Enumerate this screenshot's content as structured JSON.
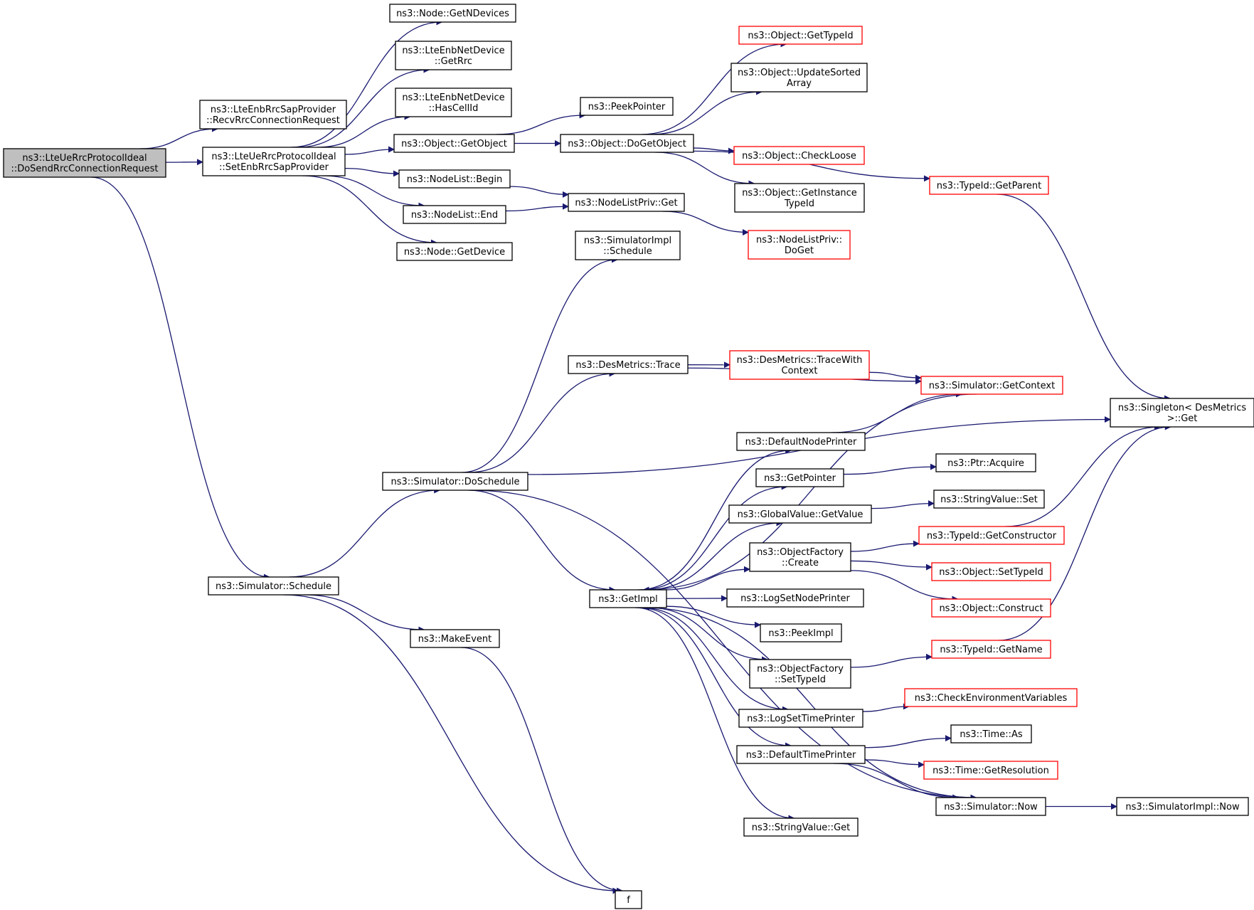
{
  "colors": {
    "edge": "#191970",
    "border_normal": "#000000",
    "border_truncated": "#ff0000",
    "root_fill": "#bfbfbf",
    "node_fill": "#ffffff",
    "text": "#000000"
  },
  "nodes": [
    {
      "id": "root",
      "lines": [
        "ns3::LteUeRrcProtocolIdeal",
        "::DoSendRrcConnectionRequest"
      ],
      "kind": "root"
    },
    {
      "id": "recv",
      "lines": [
        "ns3::LteEnbRrcSapProvider",
        "::RecvRrcConnectionRequest"
      ],
      "kind": "normal"
    },
    {
      "id": "setenb",
      "lines": [
        "ns3::LteUeRrcProtocolIdeal",
        "::SetEnbRrcSapProvider"
      ],
      "kind": "normal"
    },
    {
      "id": "simsched",
      "lines": [
        "ns3::Simulator::Schedule"
      ],
      "kind": "normal"
    },
    {
      "id": "getn",
      "lines": [
        "ns3::Node::GetNDevices"
      ],
      "kind": "normal"
    },
    {
      "id": "getrrc",
      "lines": [
        "ns3::LteEnbNetDevice",
        "::GetRrc"
      ],
      "kind": "normal"
    },
    {
      "id": "hascell",
      "lines": [
        "ns3::LteEnbNetDevice",
        "::HasCellId"
      ],
      "kind": "normal"
    },
    {
      "id": "getobj",
      "lines": [
        "ns3::Object::GetObject"
      ],
      "kind": "normal"
    },
    {
      "id": "nlbegin",
      "lines": [
        "ns3::NodeList::Begin"
      ],
      "kind": "normal"
    },
    {
      "id": "nlend",
      "lines": [
        "ns3::NodeList::End"
      ],
      "kind": "normal"
    },
    {
      "id": "getdev",
      "lines": [
        "ns3::Node::GetDevice"
      ],
      "kind": "normal"
    },
    {
      "id": "peekptr",
      "lines": [
        "ns3::PeekPointer"
      ],
      "kind": "normal"
    },
    {
      "id": "dogetobj",
      "lines": [
        "ns3::Object::DoGetObject"
      ],
      "kind": "normal"
    },
    {
      "id": "nlpget",
      "lines": [
        "ns3::NodeListPriv::Get"
      ],
      "kind": "normal"
    },
    {
      "id": "objtid",
      "lines": [
        "ns3::Object::GetTypeId"
      ],
      "kind": "truncated"
    },
    {
      "id": "updsorted",
      "lines": [
        "ns3::Object::UpdateSorted",
        "Array"
      ],
      "kind": "normal"
    },
    {
      "id": "checkloose",
      "lines": [
        "ns3::Object::CheckLoose"
      ],
      "kind": "truncated"
    },
    {
      "id": "getinst",
      "lines": [
        "ns3::Object::GetInstance",
        "TypeId"
      ],
      "kind": "normal"
    },
    {
      "id": "nlpdoget",
      "lines": [
        "ns3::NodeListPriv::",
        "DoGet"
      ],
      "kind": "truncated"
    },
    {
      "id": "getparent",
      "lines": [
        "ns3::TypeId::GetParent"
      ],
      "kind": "truncated"
    },
    {
      "id": "simimplsched",
      "lines": [
        "ns3::SimulatorImpl",
        "::Schedule"
      ],
      "kind": "normal"
    },
    {
      "id": "dosched",
      "lines": [
        "ns3::Simulator::DoSchedule"
      ],
      "kind": "normal"
    },
    {
      "id": "makeevent",
      "lines": [
        "ns3::MakeEvent"
      ],
      "kind": "normal"
    },
    {
      "id": "f",
      "lines": [
        "f"
      ],
      "kind": "normal"
    },
    {
      "id": "destrace",
      "lines": [
        "ns3::DesMetrics::Trace"
      ],
      "kind": "normal"
    },
    {
      "id": "tracewith",
      "lines": [
        "ns3::DesMetrics::TraceWith",
        "Context"
      ],
      "kind": "truncated"
    },
    {
      "id": "getctx",
      "lines": [
        "ns3::Simulator::GetContext"
      ],
      "kind": "truncated"
    },
    {
      "id": "singleton",
      "lines": [
        "ns3::Singleton< DesMetrics",
        " >::Get"
      ],
      "kind": "normal"
    },
    {
      "id": "getimpl",
      "lines": [
        "ns3::GetImpl"
      ],
      "kind": "normal"
    },
    {
      "id": "defnode",
      "lines": [
        "ns3::DefaultNodePrinter"
      ],
      "kind": "normal"
    },
    {
      "id": "getptr",
      "lines": [
        "ns3::GetPointer"
      ],
      "kind": "normal"
    },
    {
      "id": "gvget",
      "lines": [
        "ns3::GlobalValue::GetValue"
      ],
      "kind": "normal"
    },
    {
      "id": "ofcreate",
      "lines": [
        "ns3::ObjectFactory",
        "::Create"
      ],
      "kind": "normal"
    },
    {
      "id": "logsetnode",
      "lines": [
        "ns3::LogSetNodePrinter"
      ],
      "kind": "normal"
    },
    {
      "id": "peekimpl",
      "lines": [
        "ns3::PeekImpl"
      ],
      "kind": "normal"
    },
    {
      "id": "ofsettid",
      "lines": [
        "ns3::ObjectFactory",
        "::SetTypeId"
      ],
      "kind": "normal"
    },
    {
      "id": "logsettime",
      "lines": [
        "ns3::LogSetTimePrinter"
      ],
      "kind": "normal"
    },
    {
      "id": "deftime",
      "lines": [
        "ns3::DefaultTimePrinter"
      ],
      "kind": "normal"
    },
    {
      "id": "svget",
      "lines": [
        "ns3::StringValue::Get"
      ],
      "kind": "normal"
    },
    {
      "id": "simnow",
      "lines": [
        "ns3::Simulator::Now"
      ],
      "kind": "normal"
    },
    {
      "id": "simimplnow",
      "lines": [
        "ns3::SimulatorImpl::Now"
      ],
      "kind": "normal"
    },
    {
      "id": "ptracq",
      "lines": [
        "ns3::Ptr::Acquire"
      ],
      "kind": "normal"
    },
    {
      "id": "svset",
      "lines": [
        "ns3::StringValue::Set"
      ],
      "kind": "normal"
    },
    {
      "id": "getctor",
      "lines": [
        "ns3::TypeId::GetConstructor"
      ],
      "kind": "truncated"
    },
    {
      "id": "objsettid",
      "lines": [
        "ns3::Object::SetTypeId"
      ],
      "kind": "truncated"
    },
    {
      "id": "objconstruct",
      "lines": [
        "ns3::Object::Construct"
      ],
      "kind": "truncated"
    },
    {
      "id": "tidgetname",
      "lines": [
        "ns3::TypeId::GetName"
      ],
      "kind": "truncated"
    },
    {
      "id": "checkenv",
      "lines": [
        "ns3::CheckEnvironmentVariables"
      ],
      "kind": "truncated"
    },
    {
      "id": "timeas",
      "lines": [
        "ns3::Time::As"
      ],
      "kind": "normal"
    },
    {
      "id": "timeres",
      "lines": [
        "ns3::Time::GetResolution"
      ],
      "kind": "truncated"
    }
  ],
  "edges": [
    [
      "root",
      "recv"
    ],
    [
      "root",
      "setenb"
    ],
    [
      "root",
      "simsched"
    ],
    [
      "setenb",
      "getn"
    ],
    [
      "setenb",
      "getrrc"
    ],
    [
      "setenb",
      "hascell"
    ],
    [
      "setenb",
      "getobj"
    ],
    [
      "setenb",
      "nlbegin"
    ],
    [
      "setenb",
      "nlend"
    ],
    [
      "setenb",
      "getdev"
    ],
    [
      "getobj",
      "peekptr"
    ],
    [
      "getobj",
      "dogetobj"
    ],
    [
      "nlbegin",
      "nlpget"
    ],
    [
      "nlend",
      "nlpget"
    ],
    [
      "nlpget",
      "nlpdoget"
    ],
    [
      "dogetobj",
      "objtid"
    ],
    [
      "dogetobj",
      "updsorted"
    ],
    [
      "dogetobj",
      "checkloose"
    ],
    [
      "dogetobj",
      "getinst"
    ],
    [
      "dogetobj",
      "getparent"
    ],
    [
      "getparent",
      "singleton"
    ],
    [
      "simsched",
      "dosched"
    ],
    [
      "simsched",
      "makeevent"
    ],
    [
      "simsched",
      "f"
    ],
    [
      "makeevent",
      "f"
    ],
    [
      "dosched",
      "simimplsched"
    ],
    [
      "dosched",
      "destrace"
    ],
    [
      "dosched",
      "singleton"
    ],
    [
      "dosched",
      "getimpl"
    ],
    [
      "dosched",
      "simnow"
    ],
    [
      "destrace",
      "tracewith"
    ],
    [
      "destrace",
      "getctx"
    ],
    [
      "tracewith",
      "getctx"
    ],
    [
      "getctx",
      "getimpl"
    ],
    [
      "defnode",
      "getctx"
    ],
    [
      "getimpl",
      "defnode"
    ],
    [
      "getimpl",
      "getptr"
    ],
    [
      "getimpl",
      "gvget"
    ],
    [
      "getimpl",
      "ofcreate"
    ],
    [
      "getimpl",
      "logsetnode"
    ],
    [
      "getimpl",
      "peekimpl"
    ],
    [
      "getimpl",
      "ofsettid"
    ],
    [
      "getimpl",
      "logsettime"
    ],
    [
      "getimpl",
      "deftime"
    ],
    [
      "getimpl",
      "svget"
    ],
    [
      "simnow",
      "getimpl"
    ],
    [
      "simnow",
      "simimplnow"
    ],
    [
      "getptr",
      "ptracq"
    ],
    [
      "gvget",
      "svset"
    ],
    [
      "ofcreate",
      "getctor"
    ],
    [
      "ofcreate",
      "objsettid"
    ],
    [
      "ofcreate",
      "objconstruct"
    ],
    [
      "getctor",
      "singleton"
    ],
    [
      "ofsettid",
      "tidgetname"
    ],
    [
      "tidgetname",
      "singleton"
    ],
    [
      "logsettime",
      "checkenv"
    ],
    [
      "deftime",
      "timeas"
    ],
    [
      "deftime",
      "timeres"
    ],
    [
      "deftime",
      "simnow"
    ]
  ]
}
